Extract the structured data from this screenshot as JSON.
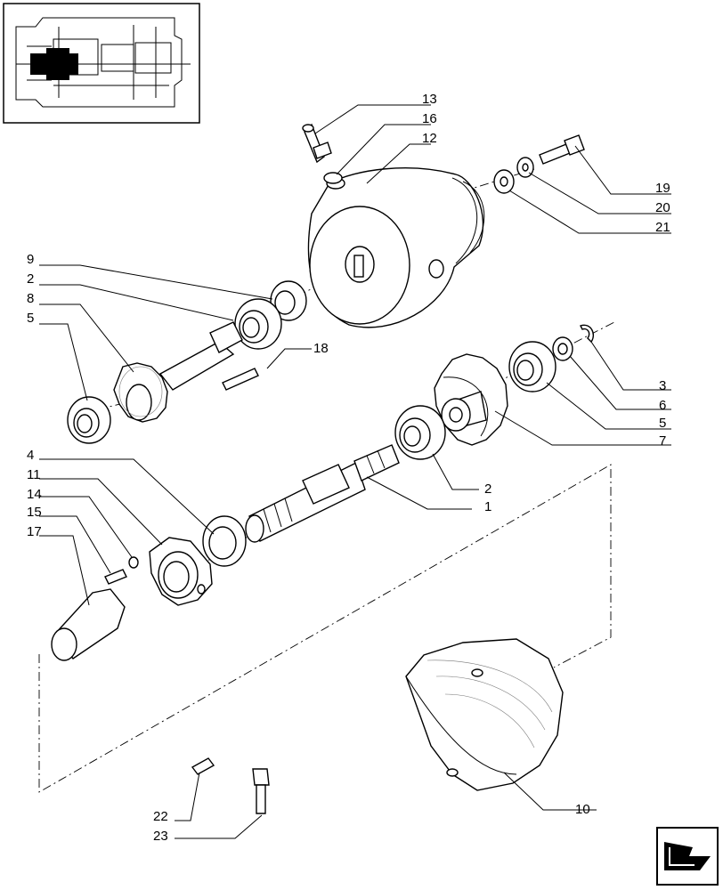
{
  "callouts": [
    {
      "id": "c13",
      "text": "13"
    },
    {
      "id": "c16",
      "text": "16"
    },
    {
      "id": "c12",
      "text": "12"
    },
    {
      "id": "c19",
      "text": "19"
    },
    {
      "id": "c20",
      "text": "20"
    },
    {
      "id": "c21",
      "text": "21"
    },
    {
      "id": "c9",
      "text": "9"
    },
    {
      "id": "c2a",
      "text": "2"
    },
    {
      "id": "c8",
      "text": "8"
    },
    {
      "id": "c5a",
      "text": "5"
    },
    {
      "id": "c18",
      "text": "18"
    },
    {
      "id": "c3",
      "text": "3"
    },
    {
      "id": "c6",
      "text": "6"
    },
    {
      "id": "c5b",
      "text": "5"
    },
    {
      "id": "c7",
      "text": "7"
    },
    {
      "id": "c2b",
      "text": "2"
    },
    {
      "id": "c1",
      "text": "1"
    },
    {
      "id": "c4",
      "text": "4"
    },
    {
      "id": "c11",
      "text": "11"
    },
    {
      "id": "c14",
      "text": "14"
    },
    {
      "id": "c15",
      "text": "15"
    },
    {
      "id": "c17",
      "text": "17"
    },
    {
      "id": "c10",
      "text": "10"
    },
    {
      "id": "c22",
      "text": "22"
    },
    {
      "id": "c23",
      "text": "23"
    }
  ],
  "icons": {
    "locator": "transmission-locator-thumbnail-icon",
    "nav": "next-page-arrow-icon"
  }
}
